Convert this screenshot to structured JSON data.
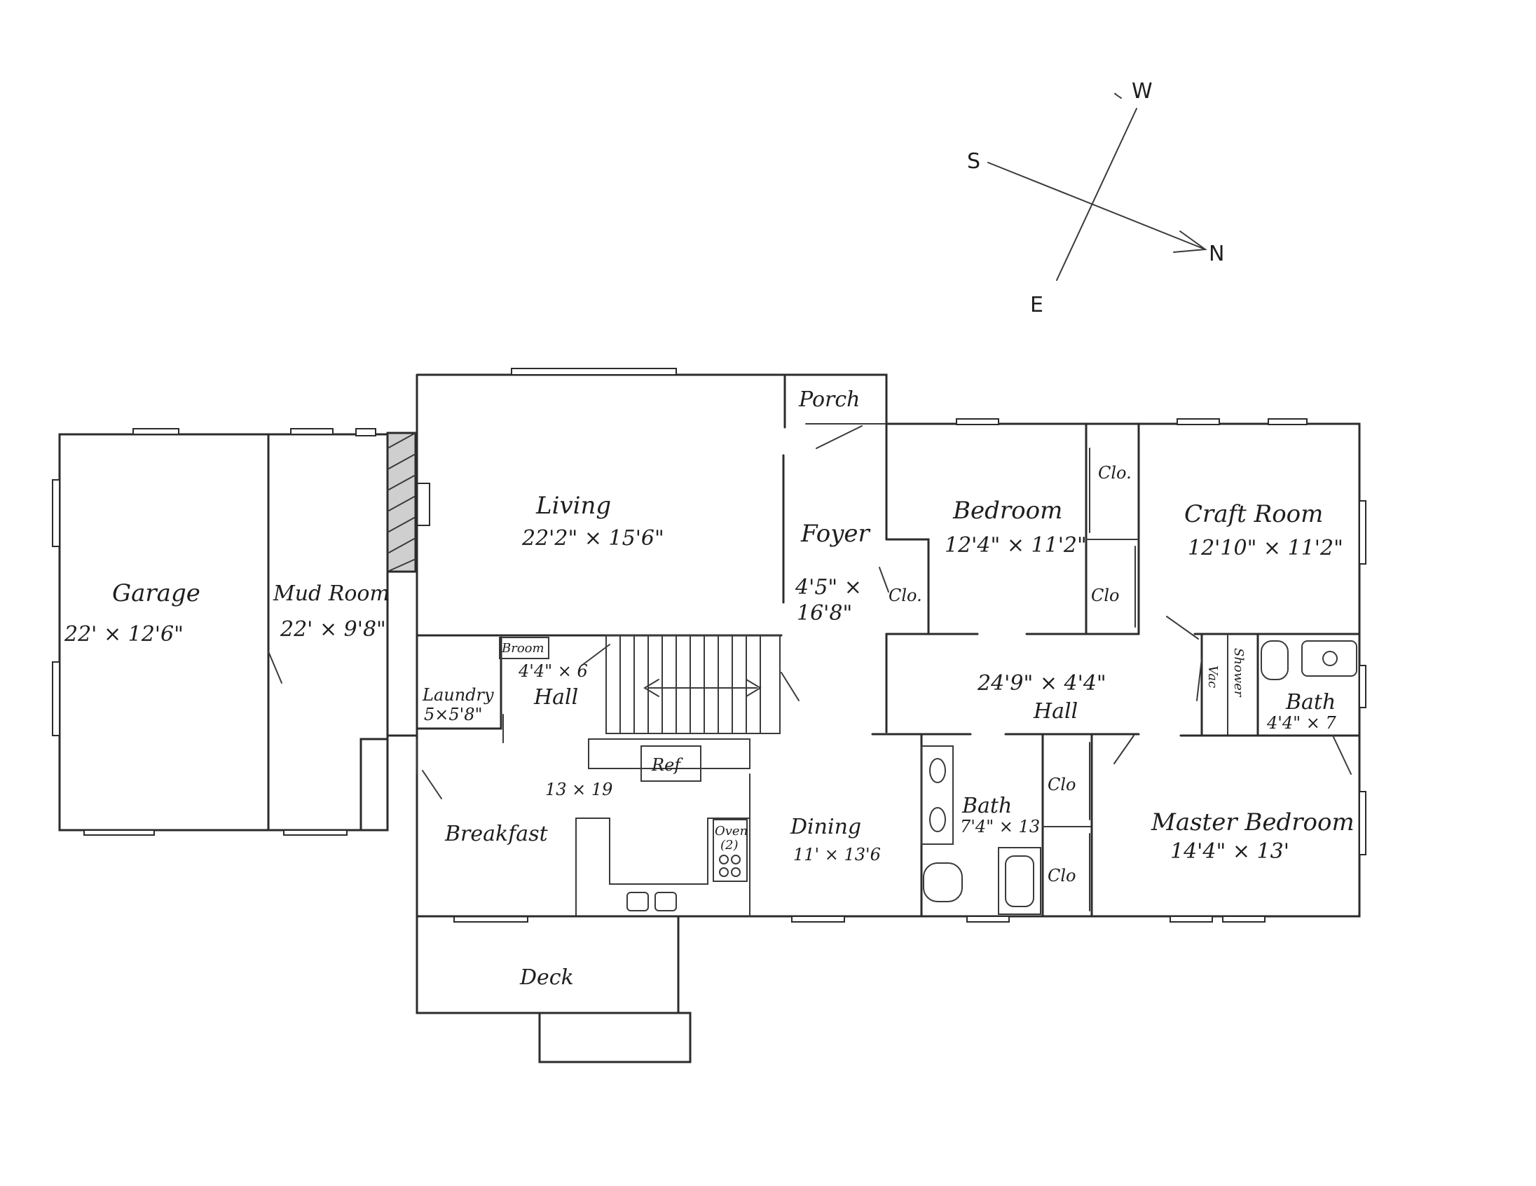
{
  "rooms": {
    "garage": {
      "name": "Garage",
      "dims": "22' × 12'6\""
    },
    "mud_room": {
      "name": "Mud Room",
      "dims": "22' × 9'8\""
    },
    "living": {
      "name": "Living",
      "dims": "22'2\" × 15'6\""
    },
    "porch": {
      "name": "Porch"
    },
    "foyer": {
      "name": "Foyer",
      "dims_line1": "4'5\" ×",
      "dims_line2": "16'8\""
    },
    "foyer_closet": {
      "name": "Clo."
    },
    "bedroom": {
      "name": "Bedroom",
      "dims": "12'4\" × 11'2\""
    },
    "bedroom_closet_top": {
      "name": "Clo."
    },
    "bedroom_closet_bottom": {
      "name": "Clo"
    },
    "craft_room": {
      "name": "Craft Room",
      "dims": "12'10\" × 11'2\""
    },
    "broom": {
      "name": "Broom"
    },
    "back_hall": {
      "name": "Hall",
      "dims": "4'4\" × 6"
    },
    "laundry": {
      "name": "Laundry",
      "dims": "5×5'8\""
    },
    "main_hall": {
      "name": "Hall",
      "dims": "24'9\" × 4'4\""
    },
    "vac": {
      "name": "Vac"
    },
    "shower": {
      "name": "Shower"
    },
    "master_bath": {
      "name": "Bath",
      "dims": "4'4\" × 7"
    },
    "refrigerator": {
      "name": "Ref"
    },
    "kitchen": {
      "dims": "13 × 19"
    },
    "breakfast": {
      "name": "Breakfast"
    },
    "oven": {
      "name": "Oven",
      "count": "(2)"
    },
    "dining": {
      "name": "Dining",
      "dims": "11' × 13'6"
    },
    "hall_bath": {
      "name": "Bath",
      "dims": "7'4\" × 13"
    },
    "hall_closet_top": {
      "name": "Clo"
    },
    "hall_closet_bottom": {
      "name": "Clo"
    },
    "master_bedroom": {
      "name": "Master Bedroom",
      "dims": "14'4\" × 13'"
    },
    "deck": {
      "name": "Deck"
    }
  },
  "compass": {
    "north": "N",
    "south": "S",
    "east": "E",
    "west": "W"
  }
}
